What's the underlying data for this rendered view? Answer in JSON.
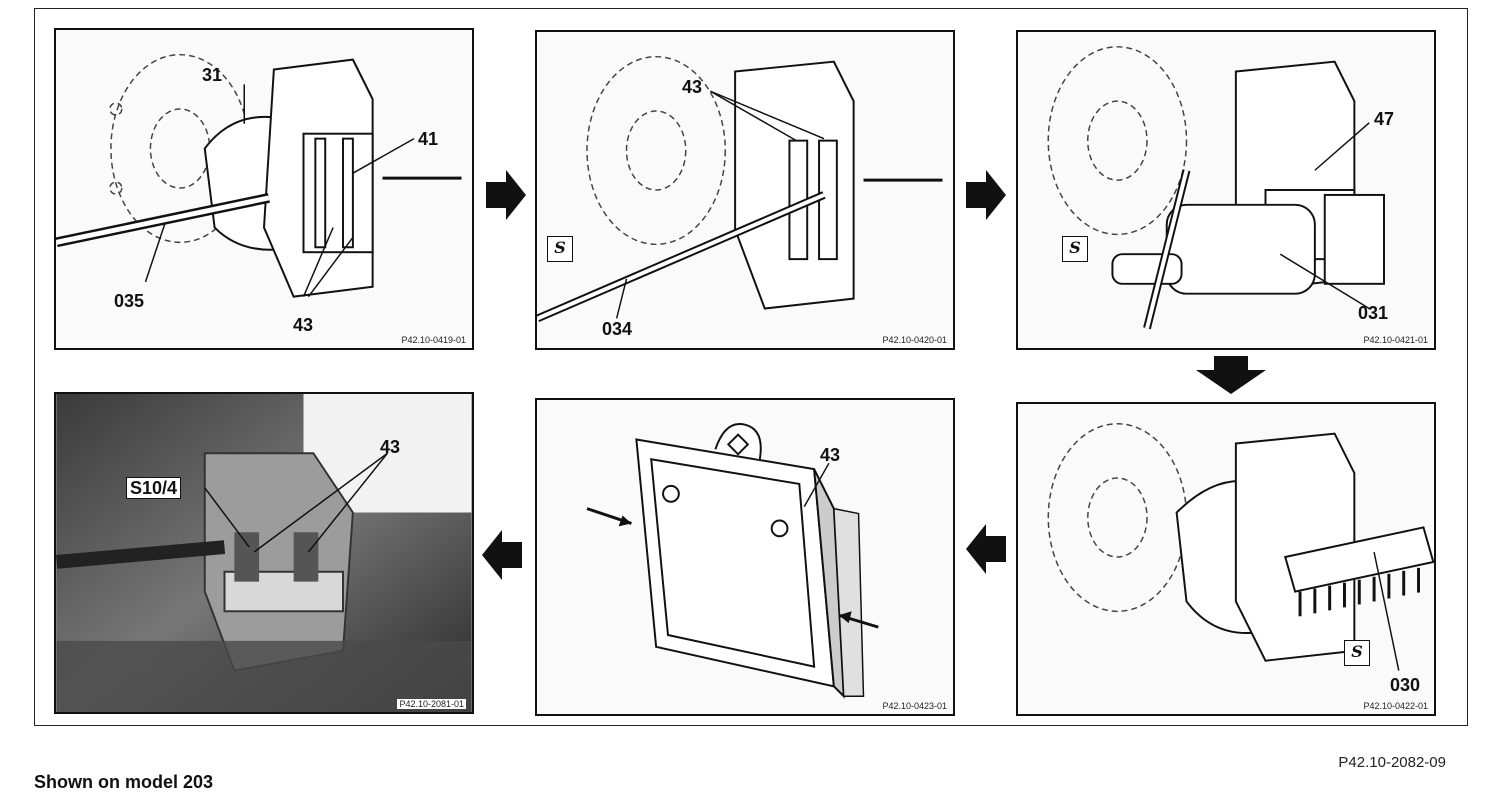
{
  "panels": [
    {
      "id": "p1",
      "code": "P42.10-0419-01",
      "labels": [
        "31",
        "41",
        "035",
        "43"
      ],
      "tool_marker": false
    },
    {
      "id": "p2",
      "code": "P42.10-0420-01",
      "labels": [
        "43",
        "034"
      ],
      "tool_marker": true
    },
    {
      "id": "p3",
      "code": "P42.10-0421-01",
      "labels": [
        "47",
        "031"
      ],
      "tool_marker": true
    },
    {
      "id": "p4",
      "code": "P42.10-0422-01",
      "labels": [
        "030"
      ],
      "tool_marker": true
    },
    {
      "id": "p5",
      "code": "P42.10-0423-01",
      "labels": [
        "43"
      ],
      "tool_marker": false
    },
    {
      "id": "p6",
      "code": "P42.10-2081-01",
      "labels": [
        "43",
        "S10/4"
      ],
      "tool_marker": false
    }
  ],
  "tool_symbol": "S",
  "figure_reference": "P42.10-2082-09",
  "caption": "Shown on model 203"
}
